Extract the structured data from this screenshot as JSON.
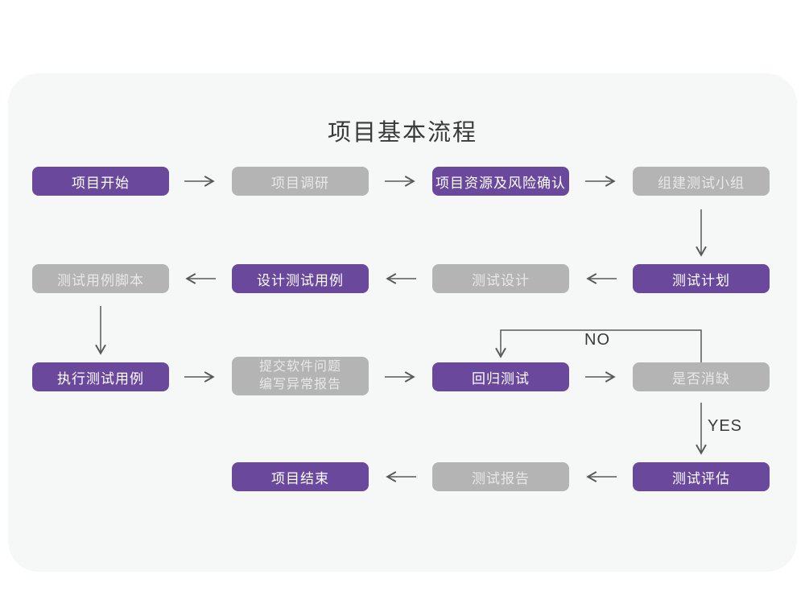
{
  "title": "项目基本流程",
  "colors": {
    "page_background": "#ffffff",
    "card_background": "#f6f7f7",
    "node_purple": "#6a499c",
    "node_gray": "#b4b4b5",
    "node_text_on_purple": "#ffffff",
    "node_text_on_gray": "#e8e8e9",
    "arrow": "#59595b",
    "title_text": "#3a3a3b"
  },
  "nodes": [
    {
      "label": "项目开始",
      "variant": "purple"
    },
    {
      "label": "项目调研",
      "variant": "gray"
    },
    {
      "label": "项目资源及风险确认",
      "variant": "purple"
    },
    {
      "label": "组建测试小组",
      "variant": "gray"
    },
    {
      "label": "测试用例脚本",
      "variant": "gray"
    },
    {
      "label": "设计测试用例",
      "variant": "purple"
    },
    {
      "label": "测试设计",
      "variant": "gray"
    },
    {
      "label": "测试计划",
      "variant": "purple"
    },
    {
      "label": "执行测试用例",
      "variant": "purple"
    },
    {
      "label": "提交软件问题\n编写异常报告",
      "variant": "gray"
    },
    {
      "label": "回归测试",
      "variant": "purple"
    },
    {
      "label": "是否消缺",
      "variant": "gray"
    },
    {
      "label": "项目结束",
      "variant": "purple"
    },
    {
      "label": "测试报告",
      "variant": "gray"
    },
    {
      "label": "测试评估",
      "variant": "purple"
    }
  ],
  "edge_labels": {
    "no": "NO",
    "yes": "YES"
  },
  "edges": [
    {
      "from": "项目开始",
      "to": "项目调研",
      "label": ""
    },
    {
      "from": "项目调研",
      "to": "项目资源及风险确认",
      "label": ""
    },
    {
      "from": "项目资源及风险确认",
      "to": "组建测试小组",
      "label": ""
    },
    {
      "from": "组建测试小组",
      "to": "测试计划",
      "label": ""
    },
    {
      "from": "测试计划",
      "to": "测试设计",
      "label": ""
    },
    {
      "from": "测试设计",
      "to": "设计测试用例",
      "label": ""
    },
    {
      "from": "设计测试用例",
      "to": "测试用例脚本",
      "label": ""
    },
    {
      "from": "测试用例脚本",
      "to": "执行测试用例",
      "label": ""
    },
    {
      "from": "执行测试用例",
      "to": "提交软件问题 编写异常报告",
      "label": ""
    },
    {
      "from": "提交软件问题 编写异常报告",
      "to": "回归测试",
      "label": ""
    },
    {
      "from": "回归测试",
      "to": "是否消缺",
      "label": ""
    },
    {
      "from": "是否消缺",
      "to": "回归测试",
      "label": "NO"
    },
    {
      "from": "是否消缺",
      "to": "测试评估",
      "label": "YES"
    },
    {
      "from": "测试评估",
      "to": "测试报告",
      "label": ""
    },
    {
      "from": "测试报告",
      "to": "项目结束",
      "label": ""
    }
  ]
}
